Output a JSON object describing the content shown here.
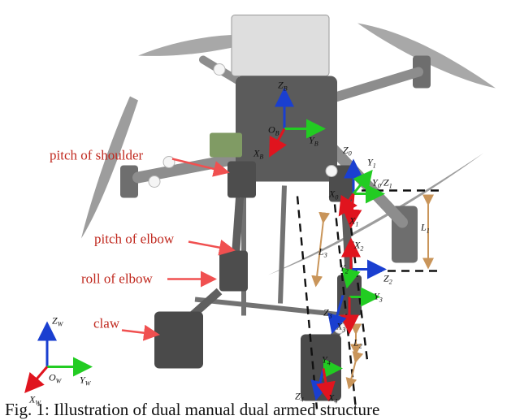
{
  "labels": {
    "pitch_shoulder": "pitch of shoulder",
    "pitch_elbow": "pitch of elbow",
    "roll_elbow": "roll of elbow",
    "claw": "claw"
  },
  "frames": {
    "ZB": "Z",
    "ZB_sub": "B",
    "OB": "O",
    "OB_sub": "B",
    "YB": "Y",
    "YB_sub": "B",
    "XB": "X",
    "XB_sub": "B",
    "Z0": "Z",
    "Z0_sub": "0",
    "Y1": "Y",
    "Y1_sub": "1",
    "Y0Z1": "Y",
    "Y0Z1_sub": "0",
    "Y0Z1_mid": "/Z",
    "Y0Z1_sub2": "1",
    "X0": "X",
    "X0_sub": "0",
    "X1": "X",
    "X1_sub": "1",
    "X2": "X",
    "X2_sub": "2",
    "Y2": "Y",
    "Y2_sub": "2",
    "Z2": "Z",
    "Z2_sub": "2",
    "Y3": "Y",
    "Y3_sub": "3",
    "Z3": "Z",
    "Z3_sub": "3",
    "X3": "X",
    "X3_sub": "3",
    "Y4": "Y",
    "Y4_sub": "4",
    "Z4": "Z",
    "Z4_sub": "4",
    "X4": "X",
    "X4_sub": "4",
    "L1": "L",
    "L1_sub": "1",
    "L2": "L",
    "L2_sub": "2",
    "L3": "L",
    "L3_sub": "3",
    "ZW": "Z",
    "ZW_sub": "W",
    "OW": "O",
    "OW_sub": "W",
    "YW": "Y",
    "YW_sub": "W",
    "XW": "X",
    "XW_sub": "W"
  },
  "colors": {
    "x_axis": "#e0141e",
    "y_axis": "#22cc22",
    "z_axis": "#1a3fd0",
    "label": "#c0281e",
    "link": "#c9955a"
  },
  "caption": "Fig. 1: Illustration of dual manual dual armed structure"
}
